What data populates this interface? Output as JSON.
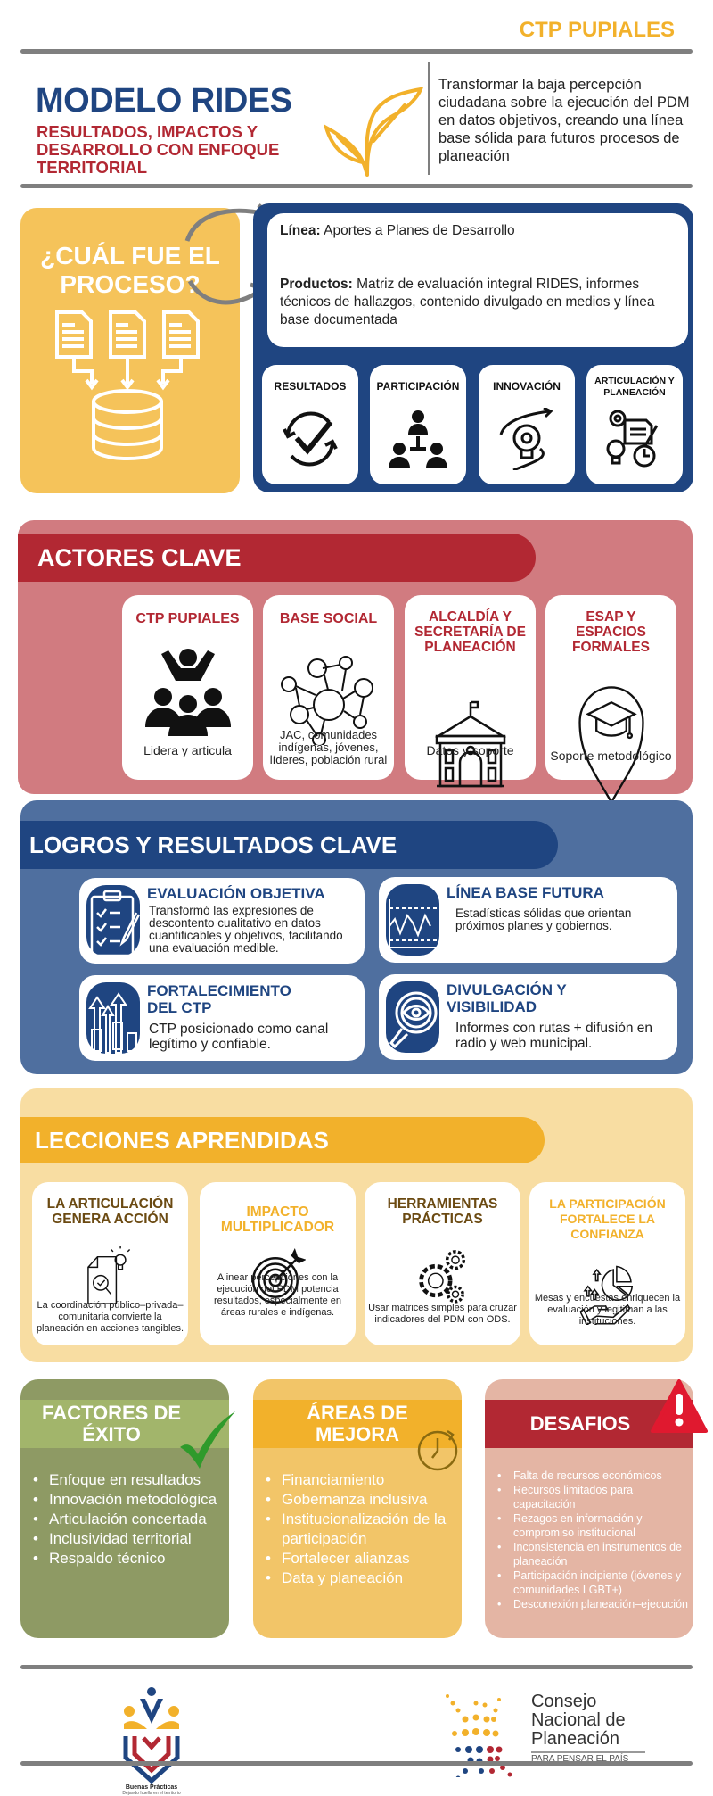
{
  "header": {
    "org": "CTP PUPIALES",
    "title": "MODELO RIDES",
    "subtitle": "RESULTADOS, IMPACTOS Y DESARROLLO CON ENFOQUE TERRITORIAL",
    "description": "Transformar la baja percepción ciudadana sobre la ejecución del PDM en datos objetivos, creando una línea base sólida para futuros procesos de planeación"
  },
  "process": {
    "heading": "¿CUÁL FUE EL PROCESO?",
    "linea_label": "Línea:",
    "linea_value": "Aportes a Planes de Desarrollo",
    "productos_label": "Productos:",
    "productos_value": "Matriz de evaluación integral RIDES, informes técnicos de hallazgos, contenido divulgado en medios y línea base documentada",
    "pillars": [
      {
        "label": "RESULTADOS",
        "icon": "check-cycle-icon"
      },
      {
        "label": "PARTICIPACIÓN",
        "icon": "people-network-icon"
      },
      {
        "label": "INNOVACIÓN",
        "icon": "lightbulb-gear-icon"
      },
      {
        "label": "ARTICULACIÓN Y PLANEACIÓN",
        "icon": "planning-icon"
      }
    ]
  },
  "actors": {
    "heading": "ACTORES CLAVE",
    "items": [
      {
        "title": "CTP PUPIALES",
        "text": "Lidera y articula",
        "icon": "leader-group-icon"
      },
      {
        "title": "BASE SOCIAL",
        "text": "JAC, comunidades indígenas, jóvenes, líderes, población rural",
        "icon": "social-network-icon"
      },
      {
        "title": "ALCALDÍA Y SECRETARÍA DE PLANEACIÓN",
        "text": "Datos y soporte",
        "icon": "city-hall-icon"
      },
      {
        "title": "ESAP Y ESPACIOS FORMALES",
        "text": "Soporte metodológico",
        "icon": "graduation-pin-icon"
      }
    ]
  },
  "achievements": {
    "heading": "LOGROS Y RESULTADOS CLAVE",
    "items": [
      {
        "title": "EVALUACIÓN OBJETIVA",
        "text": "Transformó las expresiones de descontento cualitativo en datos cuantificables y objetivos, facilitando una evaluación medible.",
        "icon": "checklist-icon"
      },
      {
        "title": "LÍNEA BASE FUTURA",
        "text": "Estadísticas sólidas que orientan próximos planes y gobiernos.",
        "icon": "line-chart-icon"
      },
      {
        "title": "FORTALECIMIENTO DEL CTP",
        "text": "CTP posicionado como canal legítimo y confiable.",
        "icon": "raised-hands-icon"
      },
      {
        "title": "DIVULGACIÓN Y VISIBILIDAD",
        "text": "Informes con rutas + difusión en radio y web municipal.",
        "icon": "magnifier-eye-icon"
      }
    ]
  },
  "lessons": {
    "heading": "LECCIONES APRENDIDAS",
    "items": [
      {
        "title": "LA ARTICULACIÓN GENERA ACCIÓN",
        "text": "La coordinación público–privada–comunitaria convierte la planeación en acciones tangibles.",
        "icon": "document-idea-icon",
        "color": "#6b4a12"
      },
      {
        "title": "IMPACTO MULTIPLICADOR",
        "text": "Alinear percepciones con la ejecución del PDM potencia resultados, especialmente en áreas rurales e indígenas.",
        "icon": "target-icon",
        "color": "#f2b12b"
      },
      {
        "title": "HERRAMIENTAS PRÁCTICAS",
        "text": "Usar matrices simples para cruzar indicadores del PDM con ODS.",
        "icon": "gears-icon",
        "color": "#6b4a12"
      },
      {
        "title": "LA PARTICIPACIÓN FORTALECE LA CONFIANZA",
        "text": "Mesas y encuestas enriquecen la evaluación y legitiman a las instituciones.",
        "icon": "pie-hand-icon",
        "color": "#f2b12b"
      }
    ]
  },
  "success": {
    "heading": "FACTORES DE ÉXITO",
    "items": [
      "Enfoque en resultados",
      "Innovación metodológica",
      "Articulación concertada",
      "Inclusividad territorial",
      "Respaldo técnico"
    ]
  },
  "improve": {
    "heading": "ÁREAS DE MEJORA",
    "items": [
      "Financiamiento",
      "Gobernanza inclusiva",
      "Institucionalización de la participación",
      "Fortalecer alianzas",
      "Data y planeación"
    ]
  },
  "challenges": {
    "heading": "DESAFIOS",
    "items": [
      "Falta de recursos económicos",
      "Recursos limitados para capacitación",
      "Rezagos en información y compromiso institucional",
      "Inconsistencia en instrumentos de planeación",
      "Participación incipiente (jóvenes y comunidades LGBT+)",
      "Desconexión planeación–ejecución"
    ]
  },
  "footer": {
    "logo1_title": "Buenas Prácticas",
    "logo1_tagline": "Dejando huella en el territorio",
    "logo2_line1": "Consejo",
    "logo2_line2": "Nacional de",
    "logo2_line3": "Planeación",
    "logo2_tagline": "PARA PENSAR EL PAÍS"
  },
  "colors": {
    "blue": "#1f4581",
    "red": "#b22833",
    "yellow": "#f2b12b",
    "gray": "#7f7f7f",
    "pink": "#d17b80",
    "steel": "#4f6f9f",
    "cream": "#f8dda2",
    "olive": "#8e9a64",
    "green": "#a2b56b",
    "salmon": "#e4b5a4"
  }
}
